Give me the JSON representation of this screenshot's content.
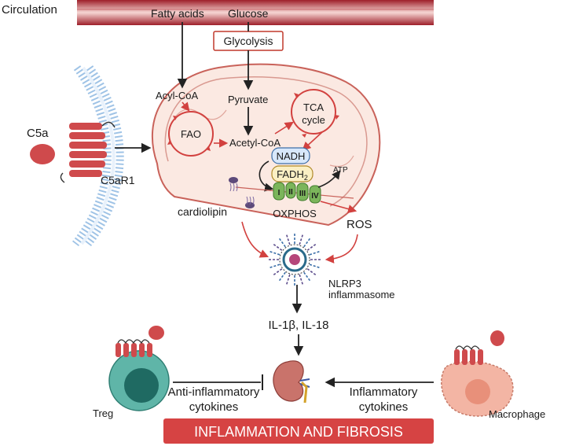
{
  "labels": {
    "circulation": "Circulation",
    "fatty_acids": "Fatty acids",
    "glucose": "Glucose",
    "glycolysis": "Glycolysis",
    "acyl_coa": "Acyl-CoA",
    "pyruvate": "Pyruvate",
    "tca_line1": "TCA",
    "tca_line2": "cycle",
    "fao": "FAO",
    "acetyl_coa": "Acetyl-CoA",
    "nadh": "NADH",
    "fadh2_main": "FADH",
    "fadh2_sub": "2",
    "atp": "ATP",
    "complex_1": "I",
    "complex_2": "II",
    "complex_3": "III",
    "complex_4": "IV",
    "oxphos": "OXPHOS",
    "ros": "ROS",
    "cardiolipin": "cardiolipin",
    "c5a": "C5a",
    "c5ar1": "C5aR1",
    "nlrp3_line1": "NLRP3",
    "nlrp3_line2": "inflammasome",
    "il": "IL-1β, IL-18",
    "treg": "Treg",
    "macrophage": "Macrophage",
    "anti_line1": "Anti-inflammatory",
    "anti_line2": "cytokines",
    "infl_line1": "Inflammatory",
    "infl_line2": "cytokines",
    "banner": "INFLAMMATION AND FIBROSIS"
  },
  "colors": {
    "vessel_red": "#b8313a",
    "arrow_red": "#d2413f",
    "mito_fill": "#fbe9e2",
    "mito_stroke": "#c9625a",
    "receptor_red": "#cf4a4c",
    "membrane_blue": "#9fc3e6",
    "nadh_fill": "#d8e8fb",
    "fadh_fill": "#fbefc4",
    "complex_green": "#7bb55b",
    "treg_teal": "#5fb5a8",
    "macro_pink": "#f3b5a4",
    "banner_red": "#d64343",
    "kidney": "#c9736b"
  }
}
